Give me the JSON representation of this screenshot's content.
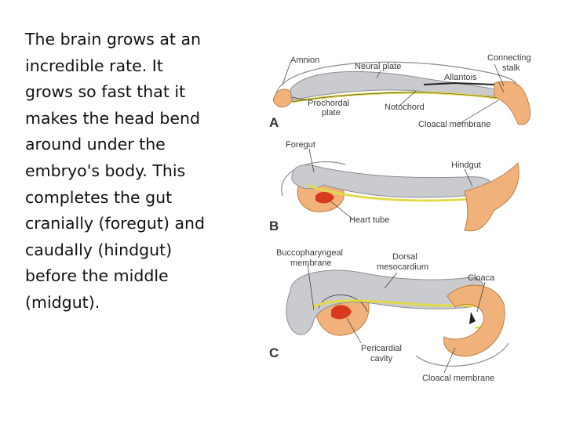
{
  "slide": {
    "lines": [
      "The brain grows at an",
      "incredible rate. It",
      "grows so fast that it",
      "makes the head bend",
      "around under the",
      "embryo's body.  This",
      "completes the gut",
      "cranially (foregut) and",
      "caudally (hindgut)",
      "before the middle",
      "(midgut)."
    ]
  },
  "diagram": {
    "panels": {
      "a": {
        "letter": "A",
        "labels": {
          "amnion": "Amnion",
          "neural_plate": "Neural plate",
          "connecting_stalk_1": "Connecting",
          "connecting_stalk_2": "stalk",
          "allantois": "Allantois",
          "prochordal_plate_1": "Prochordal",
          "prochordal_plate_2": "plate",
          "notochord": "Notochord",
          "cloacal_membrane": "Cloacal membrane"
        }
      },
      "b": {
        "letter": "B",
        "labels": {
          "foregut": "Foregut",
          "hindgut": "Hindgut",
          "heart_tube": "Heart tube"
        }
      },
      "c": {
        "letter": "C",
        "labels": {
          "buccopharyngeal_1": "Buccopharyngeal",
          "buccopharyngeal_2": "membrane",
          "dorsal_mesocardium_1": "Dorsal",
          "dorsal_mesocardium_2": "mesocardium",
          "cloaca": "Cloaca",
          "pericardial_cavity_1": "Pericardial",
          "pericardial_cavity_2": "cavity",
          "cloacal_membrane": "Cloacal membrane"
        }
      }
    },
    "colors": {
      "neural_tissue": "#c9cbcf",
      "neural_outline": "#8b8d92",
      "mesoderm": "#f0b27a",
      "endoderm_line": "#e3da4a",
      "heart": "#d93a1e",
      "line": "#333333"
    }
  }
}
